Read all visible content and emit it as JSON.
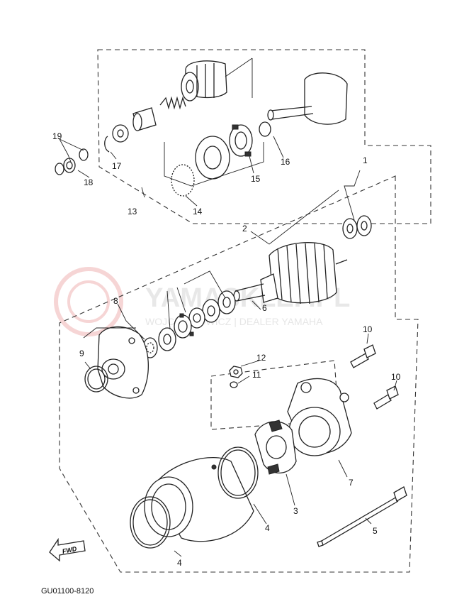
{
  "diagram": {
    "code": "GU01100-8120",
    "fwd_label": "FWD",
    "watermark": {
      "main": "YAMASKLEP.PL",
      "sub": "WOJCIECHOWICZ | DEALER YAMAHA"
    },
    "callouts": {
      "c1": "1",
      "c2": "2",
      "c3": "3",
      "c4a": "4",
      "c4b": "4",
      "c5": "5",
      "c6": "6",
      "c7": "7",
      "c8": "8",
      "c9": "9",
      "c10a": "10",
      "c10b": "10",
      "c11": "11",
      "c12": "12",
      "c13": "13",
      "c14": "14",
      "c15": "15",
      "c16": "16",
      "c17": "17",
      "c18": "18",
      "c19": "19"
    }
  }
}
